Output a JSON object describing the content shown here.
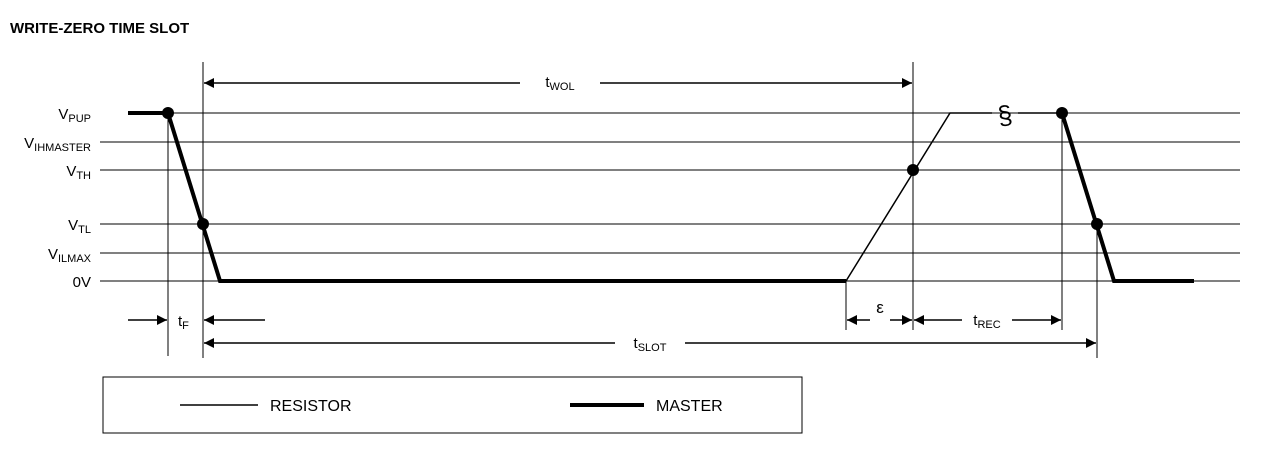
{
  "title": "WRITE-ZERO TIME SLOT",
  "levels": [
    {
      "id": "vpup",
      "main": "V",
      "sub": "PUP"
    },
    {
      "id": "vihmaster",
      "main": "V",
      "sub": "IHMASTER"
    },
    {
      "id": "vth",
      "main": "V",
      "sub": "TH"
    },
    {
      "id": "vtl",
      "main": "V",
      "sub": "TL"
    },
    {
      "id": "vilmax",
      "main": "V",
      "sub": "ILMAX"
    },
    {
      "id": "zero",
      "main": "0V",
      "sub": ""
    }
  ],
  "timings": {
    "twol": {
      "main": "t",
      "sub": "WOL"
    },
    "tf": {
      "main": "t",
      "sub": "F"
    },
    "tslot": {
      "main": "t",
      "sub": "SLOT"
    },
    "epsilon": {
      "main": "ε",
      "sub": ""
    },
    "trec": {
      "main": "t",
      "sub": "REC"
    }
  },
  "break_mark": "§",
  "legend": [
    {
      "id": "resistor",
      "label": "RESISTOR",
      "line": "thin"
    },
    {
      "id": "master",
      "label": "MASTER",
      "line": "thick"
    }
  ]
}
